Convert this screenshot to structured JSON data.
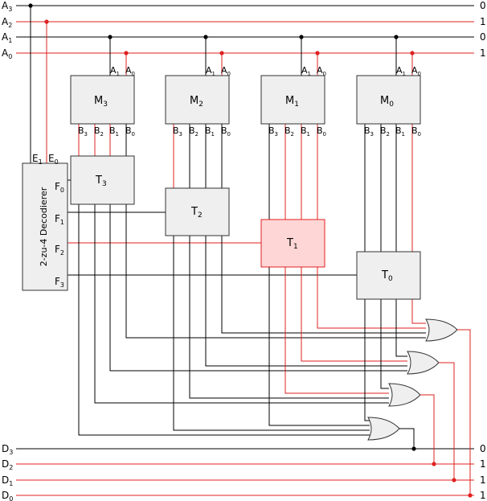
{
  "address_lines": [
    {
      "name": "A",
      "sub": "3",
      "value": "0",
      "color": "black"
    },
    {
      "name": "A",
      "sub": "2",
      "value": "1",
      "color": "red"
    },
    {
      "name": "A",
      "sub": "1",
      "value": "0",
      "color": "black"
    },
    {
      "name": "A",
      "sub": "0",
      "value": "1",
      "color": "red"
    }
  ],
  "data_lines": [
    {
      "name": "D",
      "sub": "3",
      "value": "0",
      "color": "black"
    },
    {
      "name": "D",
      "sub": "2",
      "value": "1",
      "color": "red"
    },
    {
      "name": "D",
      "sub": "1",
      "value": "1",
      "color": "red"
    },
    {
      "name": "D",
      "sub": "0",
      "value": "1",
      "color": "red"
    }
  ],
  "modules": [
    {
      "name": "M",
      "sub": "3"
    },
    {
      "name": "M",
      "sub": "2"
    },
    {
      "name": "M",
      "sub": "1"
    },
    {
      "name": "M",
      "sub": "0"
    }
  ],
  "module_input_labels": [
    {
      "name": "A",
      "sub": "1"
    },
    {
      "name": "A",
      "sub": "0"
    }
  ],
  "module_output_labels": [
    {
      "name": "B",
      "sub": "3"
    },
    {
      "name": "B",
      "sub": "2"
    },
    {
      "name": "B",
      "sub": "1"
    },
    {
      "name": "B",
      "sub": "0"
    }
  ],
  "tristate_buffers": [
    {
      "name": "T",
      "sub": "3",
      "active": false
    },
    {
      "name": "T",
      "sub": "2",
      "active": false
    },
    {
      "name": "T",
      "sub": "1",
      "active": true
    },
    {
      "name": "T",
      "sub": "0",
      "active": false
    }
  ],
  "decoder": {
    "label": "2-zu-4 Decodierer",
    "inputs": [
      {
        "name": "E",
        "sub": "1"
      },
      {
        "name": "E",
        "sub": "0"
      }
    ],
    "outputs": [
      {
        "name": "F",
        "sub": "0"
      },
      {
        "name": "F",
        "sub": "1"
      },
      {
        "name": "F",
        "sub": "2"
      },
      {
        "name": "F",
        "sub": "3"
      }
    ]
  },
  "colors": {
    "wire": "#000000",
    "active_wire": "#e02020",
    "box_fill": "#efefef",
    "active_fill": "#ffd6d6"
  }
}
